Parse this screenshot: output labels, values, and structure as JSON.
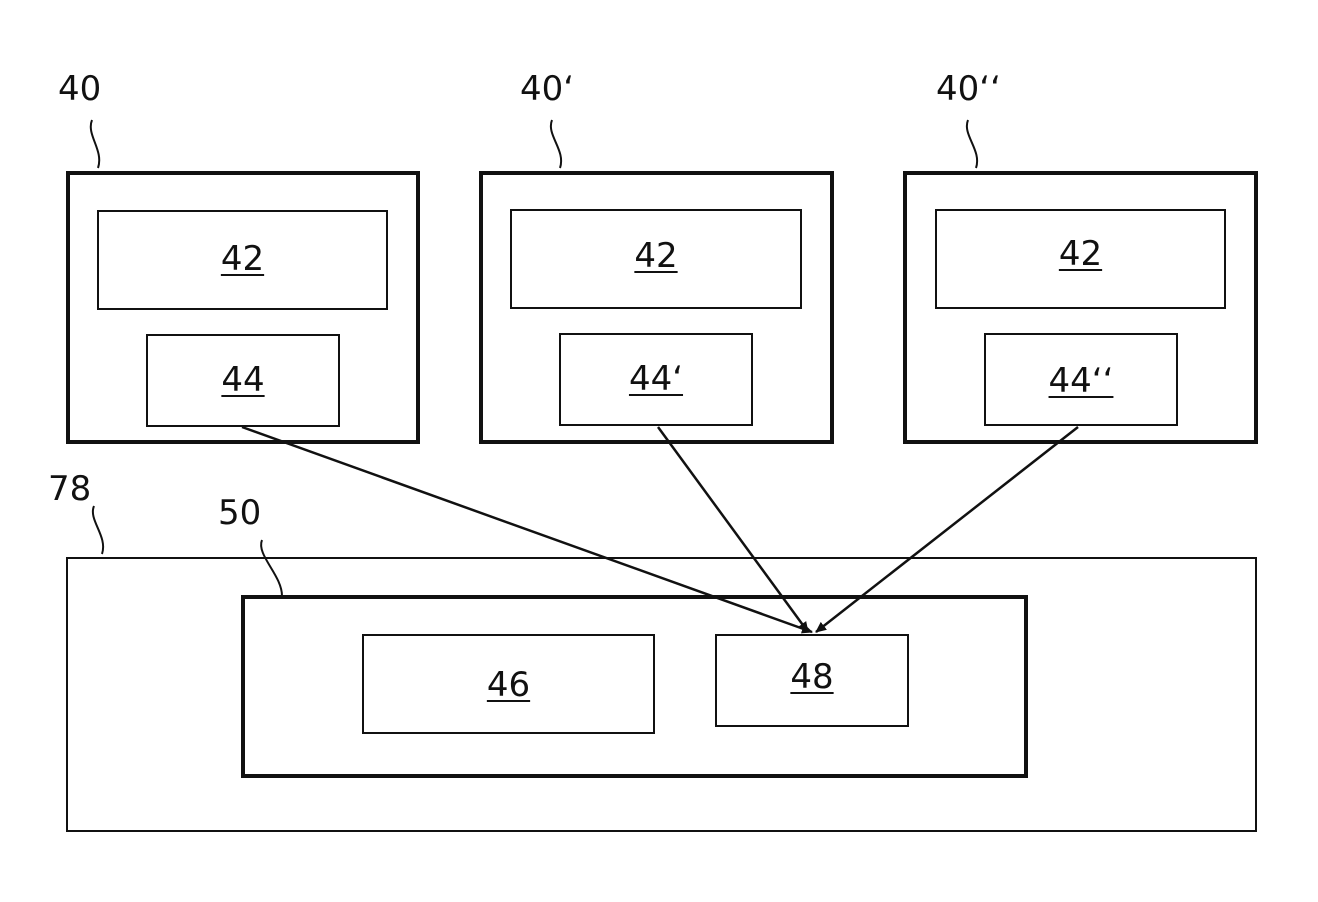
{
  "refs": {
    "device1": "40",
    "device2": "40‘",
    "device3": "40‘‘",
    "system": "78",
    "receiver": "50"
  },
  "device1": {
    "top": "42",
    "bottom": "44"
  },
  "device2": {
    "top": "42",
    "bottom": "44‘"
  },
  "device3": {
    "top": "42",
    "bottom": "44‘‘"
  },
  "receiver": {
    "left": "46",
    "right": "48"
  }
}
